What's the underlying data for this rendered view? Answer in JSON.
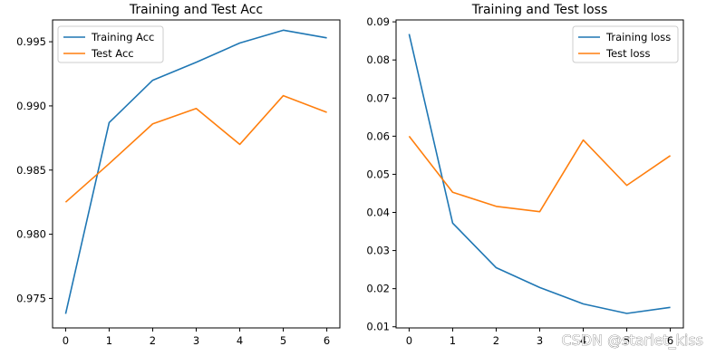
{
  "chart_data": [
    {
      "type": "line",
      "title": "Training and Test Acc",
      "xlabel": "",
      "ylabel": "",
      "x": [
        0,
        1,
        2,
        3,
        4,
        5,
        6
      ],
      "xlim": [
        -0.3,
        6.3
      ],
      "ylim": [
        0.9727,
        0.9967
      ],
      "xticks": [
        0,
        1,
        2,
        3,
        4,
        5,
        6
      ],
      "yticks": [
        0.975,
        0.98,
        0.985,
        0.99,
        0.995
      ],
      "ytick_labels": [
        "0.975",
        "0.980",
        "0.985",
        "0.990",
        "0.995"
      ],
      "grid": false,
      "legend_position": "top-left",
      "series": [
        {
          "name": "Training Acc",
          "color": "#1f77b4",
          "values": [
            0.9738,
            0.9887,
            0.992,
            0.9934,
            0.9949,
            0.9959,
            0.9953
          ]
        },
        {
          "name": "Test Acc",
          "color": "#ff7f0e",
          "values": [
            0.9825,
            0.9855,
            0.9886,
            0.9898,
            0.987,
            0.9908,
            0.9895
          ]
        }
      ]
    },
    {
      "type": "line",
      "title": "Training and Test loss",
      "xlabel": "",
      "ylabel": "",
      "x": [
        0,
        1,
        2,
        3,
        4,
        5,
        6
      ],
      "xlim": [
        -0.3,
        6.3
      ],
      "ylim": [
        0.0097,
        0.0905
      ],
      "xticks": [
        0,
        1,
        2,
        3,
        4,
        5,
        6
      ],
      "yticks": [
        0.01,
        0.02,
        0.03,
        0.04,
        0.05,
        0.06,
        0.07,
        0.08,
        0.09
      ],
      "ytick_labels": [
        "0.01",
        "0.02",
        "0.03",
        "0.04",
        "0.05",
        "0.06",
        "0.07",
        "0.08",
        "0.09"
      ],
      "grid": false,
      "legend_position": "top-right",
      "series": [
        {
          "name": "Training loss",
          "color": "#1f77b4",
          "values": [
            0.0868,
            0.0372,
            0.0255,
            0.0203,
            0.016,
            0.0135,
            0.0151
          ]
        },
        {
          "name": "Test loss",
          "color": "#ff7f0e",
          "values": [
            0.06,
            0.0453,
            0.0416,
            0.0402,
            0.059,
            0.0471,
            0.0549
          ]
        }
      ]
    }
  ],
  "watermark": "CSDN @starlet_kiss"
}
